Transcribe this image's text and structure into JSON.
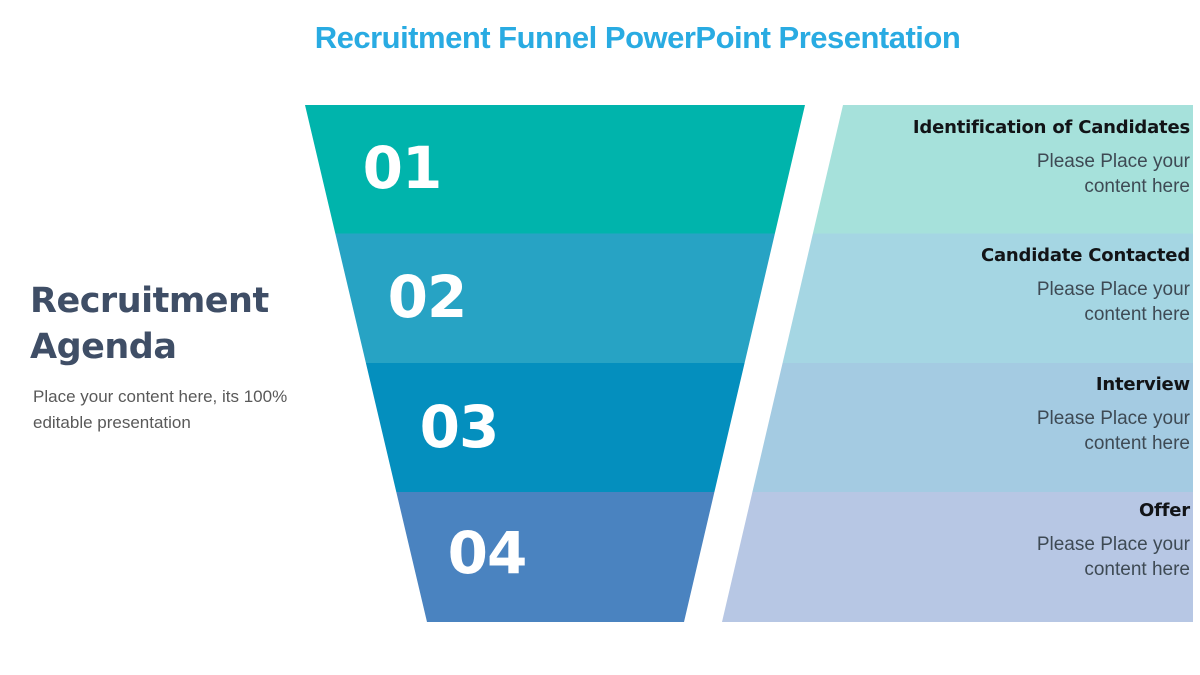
{
  "title": {
    "text": "Recruitment Funnel PowerPoint Presentation",
    "color": "#29ABE2"
  },
  "agenda": {
    "heading": "Recruitment Agenda",
    "description": "Place your content here, its 100% editable presentation",
    "heading_color": "#3F4E66",
    "description_color": "#595959"
  },
  "funnel": {
    "number_color": "#FFFFFF",
    "steps": [
      {
        "number": "01",
        "label": "Identification of Candidates",
        "placeholder": "Please Place your content here",
        "color": "#00B4AC",
        "band_color": "#A6E1DB"
      },
      {
        "number": "02",
        "label": "Candidate Contacted",
        "placeholder": "Please Place your content here",
        "color": "#27A3C4",
        "band_color": "#A5D6E3"
      },
      {
        "number": "03",
        "label": "Interview",
        "placeholder": "Please Place your content here",
        "color": "#048FBE",
        "band_color": "#A4CBE2"
      },
      {
        "number": "04",
        "label": "Offer",
        "placeholder": "Please Place your content here",
        "color": "#4A83C0",
        "band_color": "#B7C7E4"
      }
    ]
  }
}
